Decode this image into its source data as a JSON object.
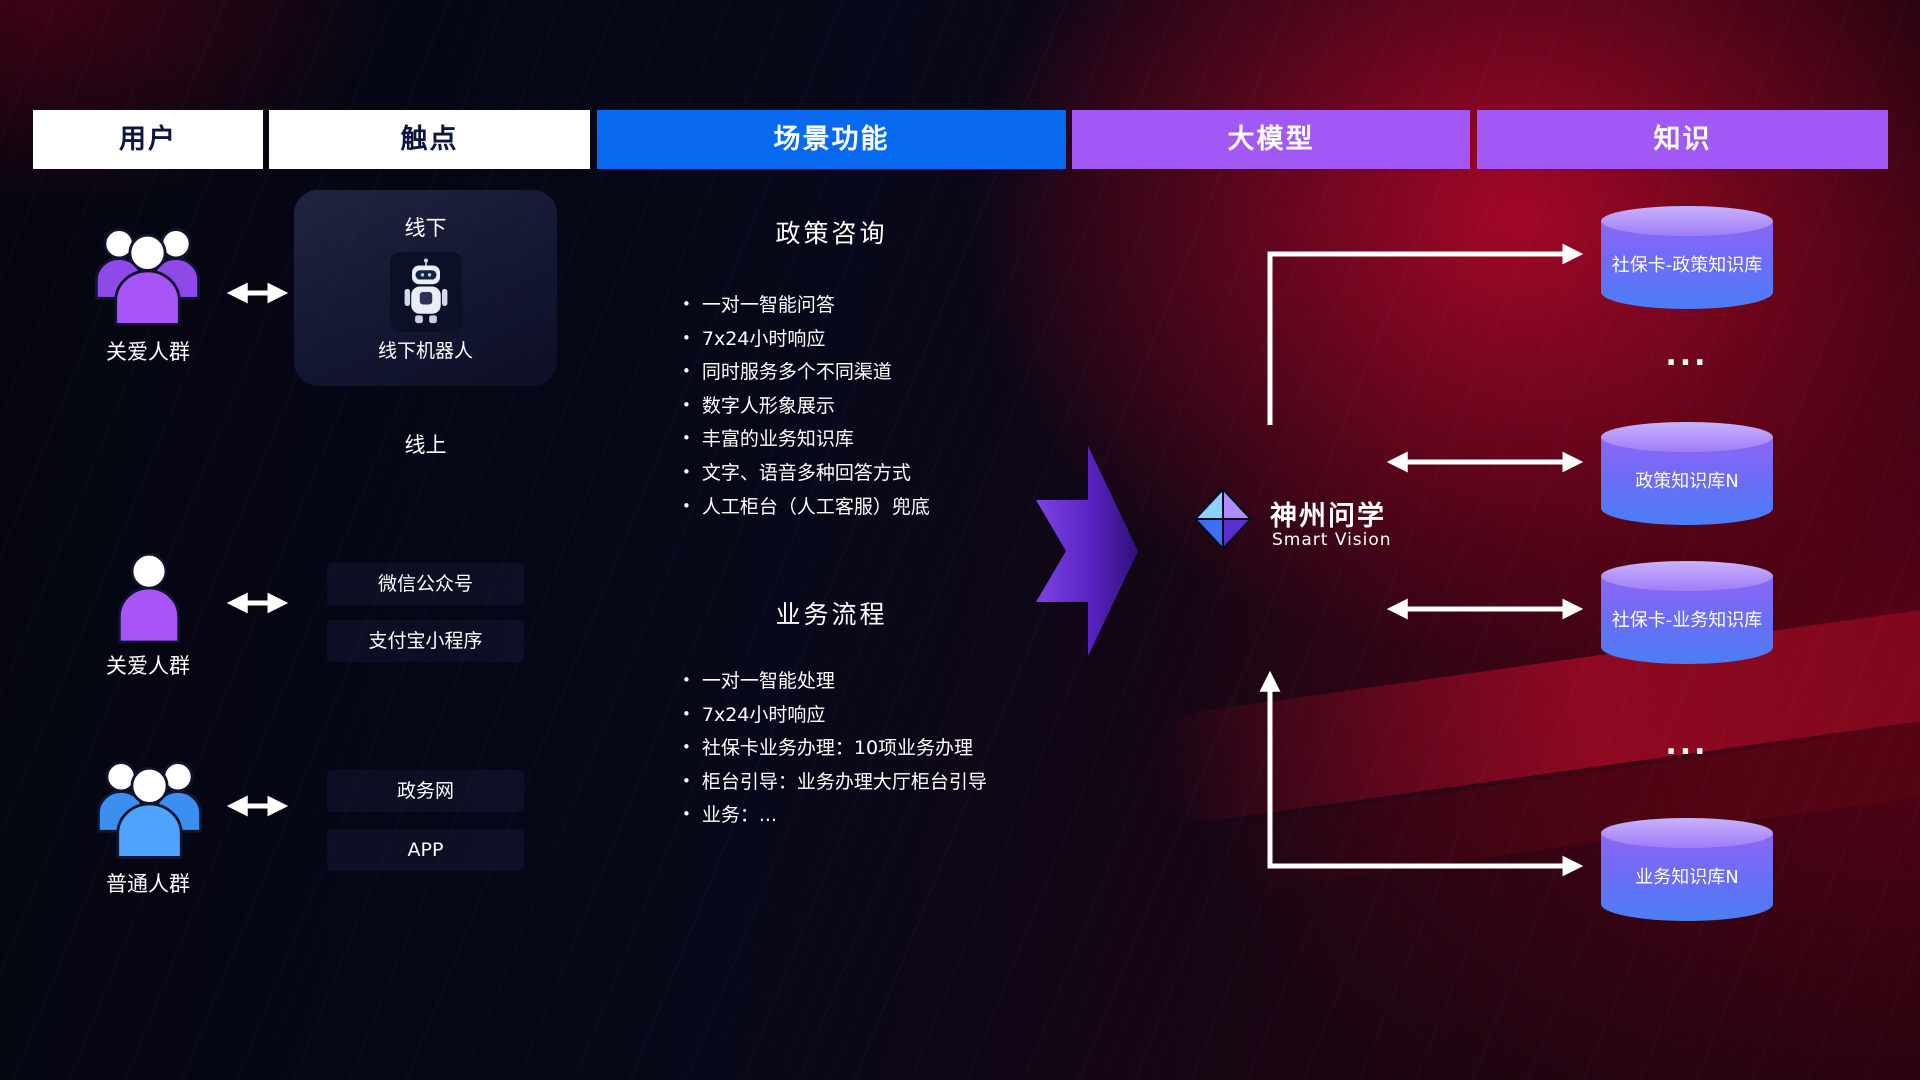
{
  "header": {
    "columns": [
      {
        "label": "用户"
      },
      {
        "label": "触点"
      },
      {
        "label": "场景功能"
      },
      {
        "label": "大模型"
      },
      {
        "label": "知识"
      }
    ]
  },
  "users": [
    {
      "label": "关爱人群",
      "icon": "group-people-icon",
      "color": "#a855f7"
    },
    {
      "label": "关爱人群",
      "icon": "single-person-icon",
      "color": "#a855f7"
    },
    {
      "label": "普通人群",
      "icon": "group-people-icon",
      "color": "#4da3ff"
    }
  ],
  "touchpoints": {
    "offline": {
      "title": "线下",
      "robot_label": "线下机器人"
    },
    "online_title": "线上",
    "channels": [
      "微信公众号",
      "支付宝小程序",
      "政务网",
      "APP"
    ]
  },
  "scenarios": [
    {
      "title": "政策咨询",
      "items": [
        "一对一智能问答",
        "7x24小时响应",
        "同时服务多个不同渠道",
        "数字人形象展示",
        "丰富的业务知识库",
        "文字、语音多种回答方式",
        "人工柜台（人工客服）兜底"
      ]
    },
    {
      "title": "业务流程",
      "items": [
        "一对一智能处理",
        "7x24小时响应",
        "社保卡业务办理：10项业务办理",
        "柜台引导：业务办理大厅柜台引导",
        "业务：..."
      ]
    }
  ],
  "model": {
    "name": "神州问学",
    "subtitle": "Smart Vision"
  },
  "knowledge": {
    "databases": [
      {
        "label": "社保卡-政策知识库"
      },
      {
        "label": "政策知识库N"
      },
      {
        "label": "社保卡-业务知识库"
      },
      {
        "label": "业务知识库N"
      }
    ],
    "ellipsis": "..."
  },
  "colors": {
    "scene_header_blue": "#0768f0",
    "model_header_purple": "#a158f5",
    "user_purple": "#a855f7",
    "user_blue": "#4da3ff",
    "cylinder_top": "#c8b2fd",
    "cylinder_body_start": "#8e66f6",
    "cylinder_body_end": "#4a7ef5",
    "arrow_white": "#ffffff",
    "background_red": "#c4082c"
  }
}
